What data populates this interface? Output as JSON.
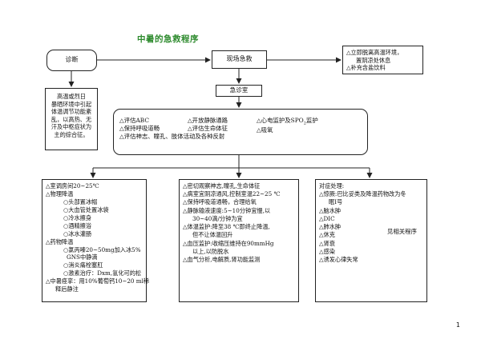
{
  "title": "中暑的急救程序",
  "diagnosis": {
    "label": "诊断"
  },
  "onsite": {
    "label": "现场急救"
  },
  "er": {
    "label": "急诊室"
  },
  "onsite_actions": [
    "△立即脱离高温环境，",
    "置阴凉处休息",
    "△补充含盐饮料"
  ],
  "diagnosis_note": [
    "高温或烈日",
    "暴晒环境中引起",
    "体温调节功能紊",
    "乱，以高热、无",
    "汗及中枢症状为",
    "主的综合征。"
  ],
  "assessment": {
    "col1": [
      "△评估ABC",
      "△保持呼吸道畅",
      "△评估神志、瞳孔、肢体活动及各种反射"
    ],
    "col2": [
      "△开放静脉通路",
      "△评估生命体征"
    ],
    "col3": [
      "△心电监护及SPO",
      "2",
      "监护",
      "△吸氧"
    ]
  },
  "left_box": [
    "△室调房间20~25℃",
    "△物理降温",
    "○头部置冰帽",
    "○大血管处置冰袋",
    "○冷水擦身",
    "○酒精擦浴",
    "○冰水灌肠",
    "△药物降温",
    "○氯丙嗪20~50mg加入冰5%",
    "GNS中静滴",
    "○消炎痛栓塞肛",
    "○激素治疗：Dxm,氢化可的松",
    "△中暑痉挛：用10%葡萄钙10~20 ml稀",
    "释后静注"
  ],
  "middle_box": [
    "△密切观察神志,瞳孔,生命体征",
    "△病室宜阴凉通风,控制室温22~25 ℃",
    "△保持呼吸道通畅，合理给氧",
    "△静脉输液速度:5~10分钟宜慢,以",
    "30~40滴/分钟为宜",
    "△体温监护:降至38 ℃即终止降温,",
    "但不让体温回升",
    "△血压监护:收缩压维持在90mmHg",
    "以上,以防脱水",
    "△血气分析,电解质,肾功能监测"
  ],
  "right_box": {
    "header": "对症处理:",
    "items": [
      "△惊厥:巴比妥类及降温药物改为冬",
      "眠Ⅰ号",
      "△脑水肿",
      "△DIC",
      "△肺水肿",
      "△休克",
      "△肾衰",
      "△感染",
      "△诱发心律失常"
    ],
    "bracket_label": "见相关程序"
  },
  "page_number": "1"
}
